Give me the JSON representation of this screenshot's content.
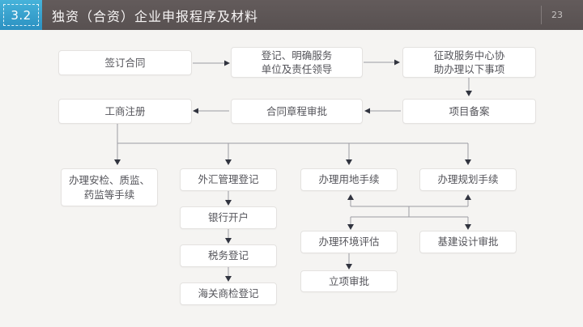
{
  "slide": {
    "section_number": "3.2",
    "title": "独资（合资）企业申报程序及材料",
    "page_number": "23"
  },
  "colors": {
    "accent_teal": "#35a6d2",
    "header_bar": "#5d5555",
    "background": "#f5f4f2",
    "node_border": "#e4e2e0",
    "node_text": "#54545a",
    "connector_line": "#9b9ba2",
    "arrowhead": "#31343f"
  },
  "flowchart": {
    "nodes": {
      "sign_contract": "签订合同",
      "register_leaders": "登记、明确服务\n单位及责任领导",
      "service_center": "征政服务中心协\n助办理以下事项",
      "business_register": "工商注册",
      "contract_charter_approval": "合同章程审批",
      "project_filing": "项目备案",
      "safety_quality_drug": "办理安检、质监、\n药监等手续",
      "forex_registration": "外汇管理登记",
      "land_procedure": "办理用地手续",
      "planning_procedure": "办理规划手续",
      "bank_account": "银行开户",
      "tax_registration": "税务登记",
      "customs_inspection": "海关商检登记",
      "environment_assessment": "办理环境评估",
      "project_approval": "立项审批",
      "infrastructure_design_approval": "基建设计审批"
    },
    "edges": [
      {
        "from": "sign_contract",
        "to": "register_leaders"
      },
      {
        "from": "register_leaders",
        "to": "service_center"
      },
      {
        "from": "service_center",
        "to": "project_filing"
      },
      {
        "from": "project_filing",
        "to": "contract_charter_approval"
      },
      {
        "from": "contract_charter_approval",
        "to": "business_register"
      },
      {
        "from": "business_register",
        "to": "safety_quality_drug"
      },
      {
        "from": "business_register",
        "to": "forex_registration"
      },
      {
        "from": "business_register",
        "to": "land_procedure"
      },
      {
        "from": "business_register",
        "to": "planning_procedure"
      },
      {
        "from": "forex_registration",
        "to": "bank_account"
      },
      {
        "from": "bank_account",
        "to": "tax_registration"
      },
      {
        "from": "tax_registration",
        "to": "customs_inspection"
      },
      {
        "from": "junction",
        "to": "land_procedure"
      },
      {
        "from": "junction",
        "to": "planning_procedure"
      },
      {
        "from": "junction",
        "to": "environment_assessment"
      },
      {
        "from": "junction",
        "to": "infrastructure_design_approval"
      },
      {
        "from": "environment_assessment",
        "to": "project_approval"
      }
    ]
  }
}
